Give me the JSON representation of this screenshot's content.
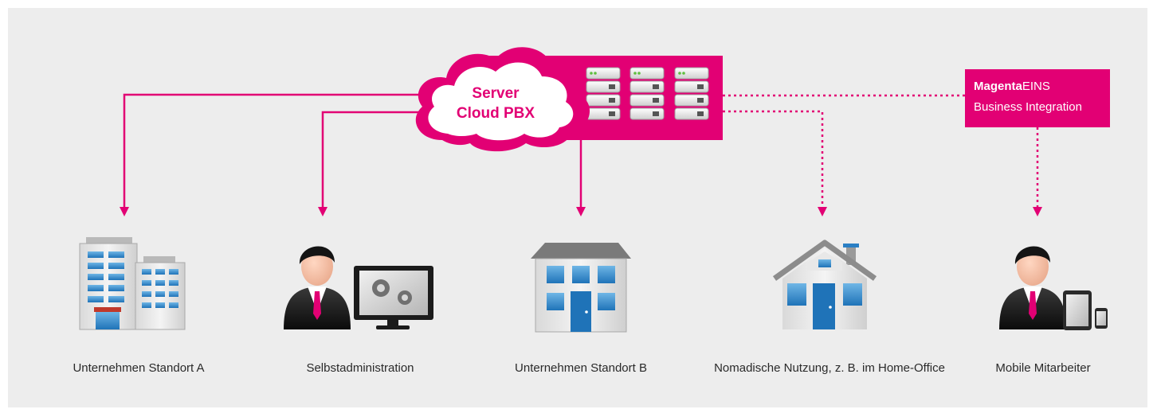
{
  "cloud": {
    "line1": "Server",
    "line2": "Cloud PBX"
  },
  "integration_box": {
    "brand_bold": "Magenta",
    "brand_rest": "EINS",
    "subtitle": "Business Integration"
  },
  "nodes": [
    {
      "id": "site-a",
      "label": "Unternehmen Standort A",
      "icon": "office-buildings-icon"
    },
    {
      "id": "self-admin",
      "label": "Selbstadministration",
      "icon": "admin-user-with-monitor-icon"
    },
    {
      "id": "site-b",
      "label": "Unternehmen Standort B",
      "icon": "office-building-icon"
    },
    {
      "id": "nomadic",
      "label": "Nomadische Nutzung, z. B. im Home-Office",
      "icon": "house-icon"
    },
    {
      "id": "mobile",
      "label": "Mobile Mitarbeiter",
      "icon": "mobile-user-with-tablet-icon"
    }
  ],
  "edges": [
    {
      "from": "cloud",
      "to": "site-a",
      "style": "solid"
    },
    {
      "from": "cloud",
      "to": "self-admin",
      "style": "solid"
    },
    {
      "from": "servers",
      "to": "site-b",
      "style": "solid"
    },
    {
      "from": "servers",
      "to": "nomadic",
      "style": "dotted"
    },
    {
      "from": "servers",
      "to": "integration_box",
      "style": "dotted"
    },
    {
      "from": "integration_box",
      "to": "mobile",
      "style": "dotted"
    }
  ],
  "colors": {
    "magenta": "#e20074",
    "background": "#ededed",
    "label": "#2a2a2a"
  }
}
